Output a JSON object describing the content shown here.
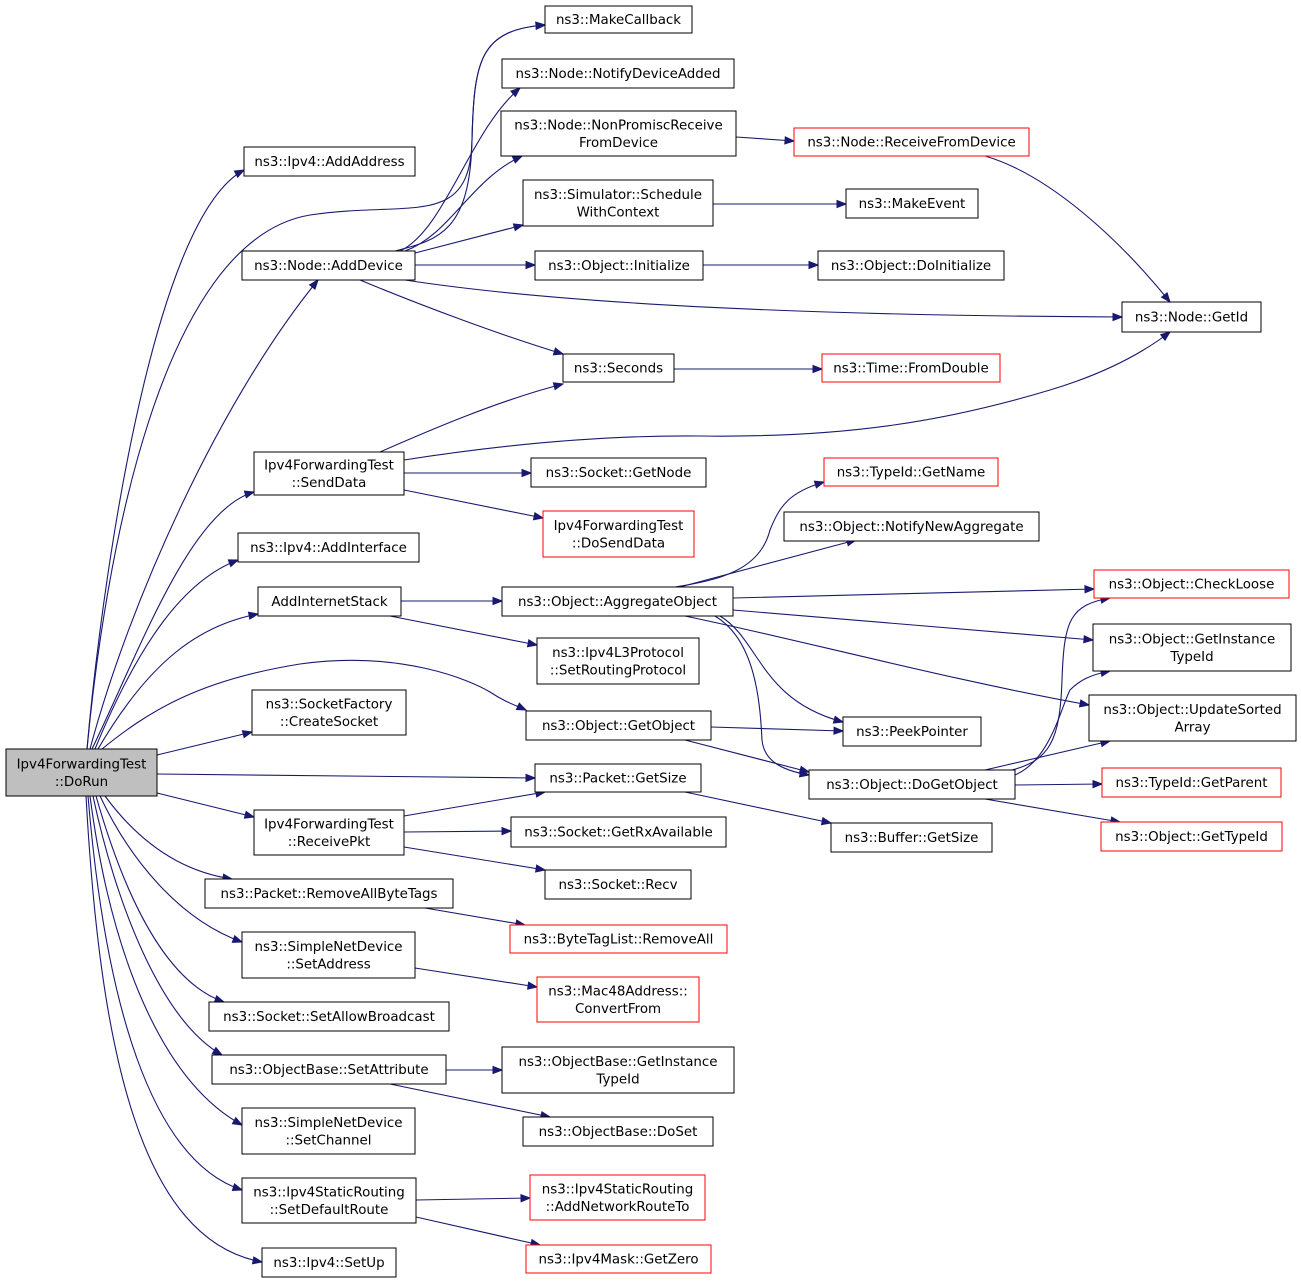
{
  "colors": {
    "edge": "#191970",
    "node_border": "#000000",
    "node_border_external": "#ff0000",
    "root_fill": "#bfbfbf",
    "node_fill": "#ffffff"
  },
  "nodes": [
    {
      "id": "root",
      "lines": [
        "Ipv4ForwardingTest",
        "::DoRun"
      ],
      "style": "root"
    },
    {
      "id": "makecallback",
      "lines": [
        "ns3::MakeCallback"
      ],
      "style": "normal"
    },
    {
      "id": "notifydeviceadded",
      "lines": [
        "ns3::Node::NotifyDeviceAdded"
      ],
      "style": "normal"
    },
    {
      "id": "nonpromisc",
      "lines": [
        "ns3::Node::NonPromiscReceive",
        "FromDevice"
      ],
      "style": "normal"
    },
    {
      "id": "receivefromdevice",
      "lines": [
        "ns3::Node::ReceiveFromDevice"
      ],
      "style": "external"
    },
    {
      "id": "addaddress",
      "lines": [
        "ns3::Ipv4::AddAddress"
      ],
      "style": "normal"
    },
    {
      "id": "schedulewithcontext",
      "lines": [
        "ns3::Simulator::Schedule",
        "WithContext"
      ],
      "style": "normal"
    },
    {
      "id": "makeevent",
      "lines": [
        "ns3::MakeEvent"
      ],
      "style": "normal"
    },
    {
      "id": "adddevice",
      "lines": [
        "ns3::Node::AddDevice"
      ],
      "style": "normal"
    },
    {
      "id": "initialize",
      "lines": [
        "ns3::Object::Initialize"
      ],
      "style": "normal"
    },
    {
      "id": "doinitialize",
      "lines": [
        "ns3::Object::DoInitialize"
      ],
      "style": "normal"
    },
    {
      "id": "getid",
      "lines": [
        "ns3::Node::GetId"
      ],
      "style": "normal"
    },
    {
      "id": "seconds",
      "lines": [
        "ns3::Seconds"
      ],
      "style": "normal"
    },
    {
      "id": "fromdouble",
      "lines": [
        "ns3::Time::FromDouble"
      ],
      "style": "external"
    },
    {
      "id": "senddata",
      "lines": [
        "Ipv4ForwardingTest",
        "::SendData"
      ],
      "style": "normal"
    },
    {
      "id": "getnode",
      "lines": [
        "ns3::Socket::GetNode"
      ],
      "style": "normal"
    },
    {
      "id": "getname",
      "lines": [
        "ns3::TypeId::GetName"
      ],
      "style": "external"
    },
    {
      "id": "dosenddata",
      "lines": [
        "Ipv4ForwardingTest",
        "::DoSendData"
      ],
      "style": "external"
    },
    {
      "id": "notifynewaggregate",
      "lines": [
        "ns3::Object::NotifyNewAggregate"
      ],
      "style": "normal"
    },
    {
      "id": "addinterface",
      "lines": [
        "ns3::Ipv4::AddInterface"
      ],
      "style": "normal"
    },
    {
      "id": "addinternetstack",
      "lines": [
        "AddInternetStack"
      ],
      "style": "normal"
    },
    {
      "id": "aggregateobject",
      "lines": [
        "ns3::Object::AggregateObject"
      ],
      "style": "normal"
    },
    {
      "id": "checkloose",
      "lines": [
        "ns3::Object::CheckLoose"
      ],
      "style": "external"
    },
    {
      "id": "getinstancetypeid",
      "lines": [
        "ns3::Object::GetInstance",
        "TypeId"
      ],
      "style": "normal"
    },
    {
      "id": "setroutingprotocol",
      "lines": [
        "ns3::Ipv4L3Protocol",
        "::SetRoutingProtocol"
      ],
      "style": "normal"
    },
    {
      "id": "updatesortedarray",
      "lines": [
        "ns3::Object::UpdateSorted",
        "Array"
      ],
      "style": "normal"
    },
    {
      "id": "createsocket",
      "lines": [
        "ns3::SocketFactory",
        "::CreateSocket"
      ],
      "style": "normal"
    },
    {
      "id": "getobject",
      "lines": [
        "ns3::Object::GetObject"
      ],
      "style": "normal"
    },
    {
      "id": "peekpointer",
      "lines": [
        "ns3::PeekPointer"
      ],
      "style": "normal"
    },
    {
      "id": "packetgetsize",
      "lines": [
        "ns3::Packet::GetSize"
      ],
      "style": "normal"
    },
    {
      "id": "dogetobject",
      "lines": [
        "ns3::Object::DoGetObject"
      ],
      "style": "normal"
    },
    {
      "id": "getparent",
      "lines": [
        "ns3::TypeId::GetParent"
      ],
      "style": "external"
    },
    {
      "id": "receivepkt",
      "lines": [
        "Ipv4ForwardingTest",
        "::ReceivePkt"
      ],
      "style": "normal"
    },
    {
      "id": "getrxavailable",
      "lines": [
        "ns3::Socket::GetRxAvailable"
      ],
      "style": "normal"
    },
    {
      "id": "buffergetsize",
      "lines": [
        "ns3::Buffer::GetSize"
      ],
      "style": "normal"
    },
    {
      "id": "gettypeid",
      "lines": [
        "ns3::Object::GetTypeId"
      ],
      "style": "external"
    },
    {
      "id": "recv",
      "lines": [
        "ns3::Socket::Recv"
      ],
      "style": "normal"
    },
    {
      "id": "removeallbytetags",
      "lines": [
        "ns3::Packet::RemoveAllByteTags"
      ],
      "style": "normal"
    },
    {
      "id": "removeall",
      "lines": [
        "ns3::ByteTagList::RemoveAll"
      ],
      "style": "external"
    },
    {
      "id": "setaddress",
      "lines": [
        "ns3::SimpleNetDevice",
        "::SetAddress"
      ],
      "style": "normal"
    },
    {
      "id": "convertfrom",
      "lines": [
        "ns3::Mac48Address::",
        "ConvertFrom"
      ],
      "style": "external"
    },
    {
      "id": "setallowbroadcast",
      "lines": [
        "ns3::Socket::SetAllowBroadcast"
      ],
      "style": "normal"
    },
    {
      "id": "setattribute",
      "lines": [
        "ns3::ObjectBase::SetAttribute"
      ],
      "style": "normal"
    },
    {
      "id": "obgetinstancetypeid",
      "lines": [
        "ns3::ObjectBase::GetInstance",
        "TypeId"
      ],
      "style": "normal"
    },
    {
      "id": "doset",
      "lines": [
        "ns3::ObjectBase::DoSet"
      ],
      "style": "normal"
    },
    {
      "id": "setchannel",
      "lines": [
        "ns3::SimpleNetDevice",
        "::SetChannel"
      ],
      "style": "normal"
    },
    {
      "id": "setdefaultroute",
      "lines": [
        "ns3::Ipv4StaticRouting",
        "::SetDefaultRoute"
      ],
      "style": "normal"
    },
    {
      "id": "addnetworkrouteto",
      "lines": [
        "ns3::Ipv4StaticRouting",
        "::AddNetworkRouteTo"
      ],
      "style": "external"
    },
    {
      "id": "getzero",
      "lines": [
        "ns3::Ipv4Mask::GetZero"
      ],
      "style": "external"
    },
    {
      "id": "setup",
      "lines": [
        "ns3::Ipv4::SetUp"
      ],
      "style": "normal"
    }
  ],
  "edges": [
    [
      "root",
      "addaddress"
    ],
    [
      "root",
      "makecallback"
    ],
    [
      "root",
      "adddevice"
    ],
    [
      "root",
      "senddata"
    ],
    [
      "root",
      "addinterface"
    ],
    [
      "root",
      "addinternetstack"
    ],
    [
      "root",
      "getobject"
    ],
    [
      "root",
      "createsocket"
    ],
    [
      "root",
      "packetgetsize"
    ],
    [
      "root",
      "receivepkt"
    ],
    [
      "root",
      "removeallbytetags"
    ],
    [
      "root",
      "setaddress"
    ],
    [
      "root",
      "setallowbroadcast"
    ],
    [
      "root",
      "setattribute"
    ],
    [
      "root",
      "setchannel"
    ],
    [
      "root",
      "setdefaultroute"
    ],
    [
      "root",
      "setup"
    ],
    [
      "adddevice",
      "makecallback"
    ],
    [
      "adddevice",
      "notifydeviceadded"
    ],
    [
      "adddevice",
      "nonpromisc"
    ],
    [
      "adddevice",
      "schedulewithcontext"
    ],
    [
      "adddevice",
      "initialize"
    ],
    [
      "adddevice",
      "getid"
    ],
    [
      "adddevice",
      "seconds"
    ],
    [
      "nonpromisc",
      "receivefromdevice"
    ],
    [
      "receivefromdevice",
      "getid"
    ],
    [
      "schedulewithcontext",
      "makeevent"
    ],
    [
      "initialize",
      "doinitialize"
    ],
    [
      "seconds",
      "fromdouble"
    ],
    [
      "senddata",
      "seconds"
    ],
    [
      "senddata",
      "getid"
    ],
    [
      "senddata",
      "getnode"
    ],
    [
      "senddata",
      "dosenddata"
    ],
    [
      "addinternetstack",
      "aggregateobject"
    ],
    [
      "addinternetstack",
      "setroutingprotocol"
    ],
    [
      "aggregateobject",
      "getname"
    ],
    [
      "aggregateobject",
      "notifynewaggregate"
    ],
    [
      "aggregateobject",
      "checkloose"
    ],
    [
      "aggregateobject",
      "getinstancetypeid"
    ],
    [
      "aggregateobject",
      "updatesortedarray"
    ],
    [
      "aggregateobject",
      "peekpointer"
    ],
    [
      "aggregateobject",
      "dogetobject"
    ],
    [
      "getobject",
      "peekpointer"
    ],
    [
      "getobject",
      "dogetobject"
    ],
    [
      "dogetobject",
      "checkloose"
    ],
    [
      "dogetobject",
      "getinstancetypeid"
    ],
    [
      "dogetobject",
      "updatesortedarray"
    ],
    [
      "dogetobject",
      "getparent"
    ],
    [
      "dogetobject",
      "gettypeid"
    ],
    [
      "packetgetsize",
      "buffergetsize"
    ],
    [
      "receivepkt",
      "packetgetsize"
    ],
    [
      "receivepkt",
      "getrxavailable"
    ],
    [
      "receivepkt",
      "recv"
    ],
    [
      "removeallbytetags",
      "removeall"
    ],
    [
      "setaddress",
      "convertfrom"
    ],
    [
      "setattribute",
      "obgetinstancetypeid"
    ],
    [
      "setattribute",
      "doset"
    ],
    [
      "setdefaultroute",
      "addnetworkrouteto"
    ],
    [
      "setdefaultroute",
      "getzero"
    ]
  ]
}
